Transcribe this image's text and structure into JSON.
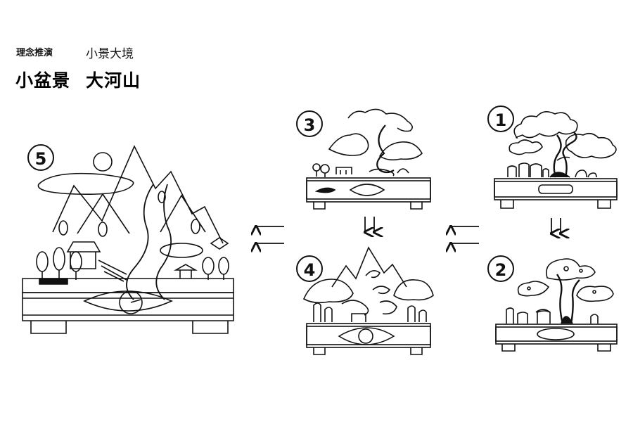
{
  "header": {
    "concept_label": "理念推演",
    "scene_label": "小景大境",
    "headline_left": "小盆景",
    "headline_right": "大河山"
  },
  "steps": [
    {
      "number": "1"
    },
    {
      "number": "2"
    },
    {
      "number": "3"
    },
    {
      "number": "4"
    },
    {
      "number": "5"
    }
  ],
  "colors": {
    "ink": "#111111",
    "paper": "#ffffff"
  }
}
